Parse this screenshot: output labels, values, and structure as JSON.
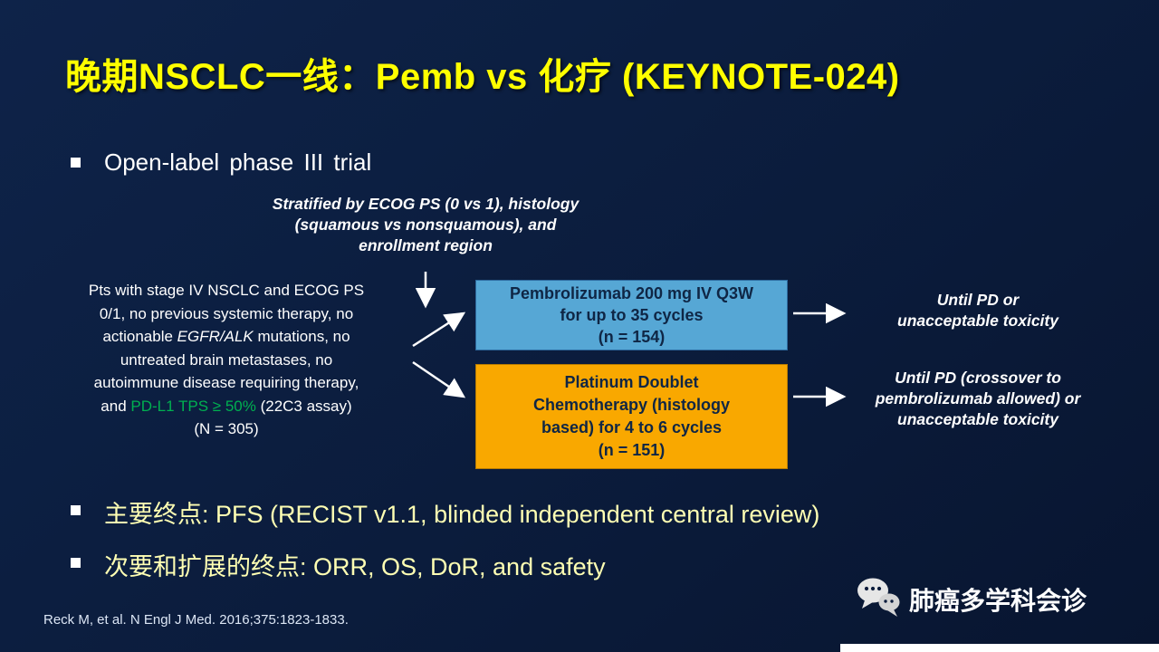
{
  "slide": {
    "title": "晚期NSCLC一线：Pemb vs 化疗  (KEYNOTE-024)",
    "bullets": {
      "open_label": "Open-label phase III trial",
      "primary_endpoint": "主要终点: PFS (RECIST v1.1, blinded independent central review)",
      "secondary_endpoint": "次要和扩展的终点: ORR, OS, DoR, and safety"
    },
    "stratification": {
      "lines": [
        "Stratified by ECOG PS (0 vs 1), histology",
        "(squamous vs nonsquamous), and",
        "enrollment region"
      ]
    },
    "population": {
      "line1": "Pts with stage IV NSCLC and ECOG PS",
      "line2": "0/1, no previous systemic therapy, no",
      "line3a": "actionable ",
      "line3b": "EGFR/ALK",
      "line3c": " mutations, no",
      "line4": "untreated brain metastases, no",
      "line5": "autoimmune disease requiring therapy,",
      "line6a": "and ",
      "line6b": "PD-L1 TPS ≥ 50%",
      "line6c": " (22C3 assay)",
      "line7": "(N = 305)"
    },
    "arm_pembrolizumab": {
      "lines": [
        "Pembrolizumab 200 mg IV Q3W",
        "for up to 35 cycles",
        "(n = 154)"
      ]
    },
    "arm_chemotherapy": {
      "lines": [
        "Platinum Doublet",
        "Chemotherapy (histology",
        "based) for 4 to 6 cycles",
        "(n = 151)"
      ]
    },
    "outcome_pembrolizumab": {
      "lines": [
        "Until PD or",
        "unacceptable toxicity"
      ]
    },
    "outcome_chemotherapy": {
      "lines": [
        "Until PD (crossover to",
        "pembrolizumab allowed) or",
        "unacceptable toxicity"
      ]
    },
    "citation": "Reck M, et al. N Engl J Med. 2016;375:1823-1833.",
    "wechat_account": "肺癌多学科会诊"
  },
  "colors": {
    "background": "#0b1c3c",
    "title_yellow": "#ffff00",
    "endpoint_yellow": "#ffffb3",
    "body_white": "#ffffff",
    "pdl1_green": "#00b050",
    "pembro_box_bg": "#56a7d5",
    "chemo_box_bg": "#f9a800",
    "box_text": "#0f2645",
    "arrow": "#ffffff"
  },
  "icons": {
    "wechat": "wechat-bubbles-icon",
    "bullet": "square-bullet"
  }
}
